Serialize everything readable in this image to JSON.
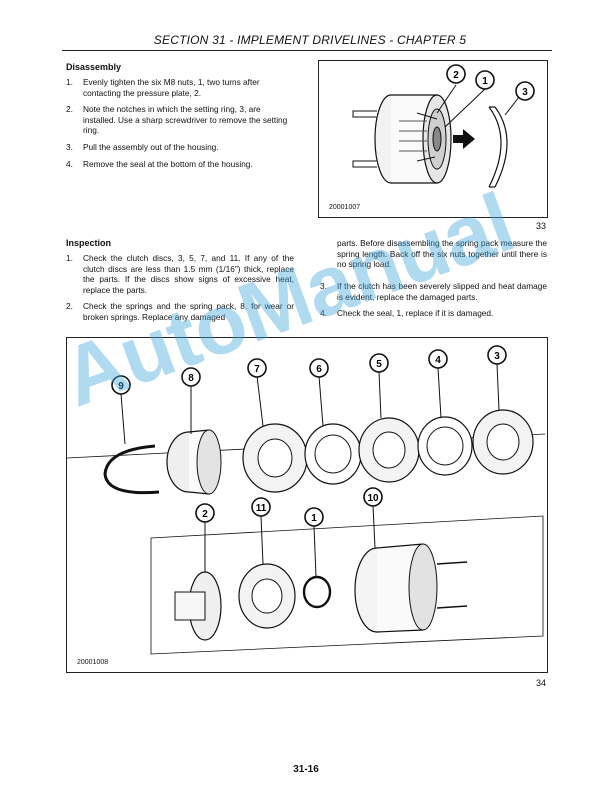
{
  "header": {
    "title": "SECTION 31 - IMPLEMENT DRIVELINES - CHAPTER 5"
  },
  "disassembly": {
    "heading": "Disassembly",
    "steps": [
      {
        "num": "1.",
        "text": "Evenly tighten the six M8 nuts, 1, two turns after contacting the pressure plate, 2."
      },
      {
        "num": "2.",
        "text": "Note the notches in which the setting ring, 3, are installed. Use a sharp screwdriver to remove the setting ring."
      },
      {
        "num": "3.",
        "text": "Pull the assembly out of the housing."
      },
      {
        "num": "4.",
        "text": "Remove the seal at the bottom of the housing."
      }
    ]
  },
  "figure33": {
    "id": "20001007",
    "number": "33",
    "callouts": [
      "2",
      "1",
      "3"
    ]
  },
  "inspection": {
    "heading": "Inspection",
    "steps_left": [
      {
        "num": "1.",
        "text": "Check the clutch discs, 3, 5, 7, and 11. If any of the clutch discs are less than 1.5 mm (1/16\") thick, replace the parts. If the discs show signs of excessive heat, replace the parts."
      },
      {
        "num": "2.",
        "text": "Check the springs and the spring pack, 8, for wear or broken springs. Replace any damaged"
      }
    ],
    "continuation": "parts. Before disassembling the spring pack measure the spring length. Back off the six nuts together until there is no spring load.",
    "steps_right": [
      {
        "num": "3.",
        "text": "If the clutch has been severely slipped and heat damage is evident, replace the damaged parts."
      },
      {
        "num": "4.",
        "text": "Check the seal, 1, replace if it is damaged."
      }
    ]
  },
  "figure34": {
    "id": "20001008",
    "number": "34",
    "callouts_top": [
      "9",
      "8",
      "7",
      "6",
      "5",
      "4",
      "3"
    ],
    "callouts_bottom": [
      "2",
      "11",
      "1",
      "10"
    ]
  },
  "watermark": {
    "text": "AutoManual",
    "color": "#40a8dc"
  },
  "footer": {
    "page": "31-16"
  }
}
